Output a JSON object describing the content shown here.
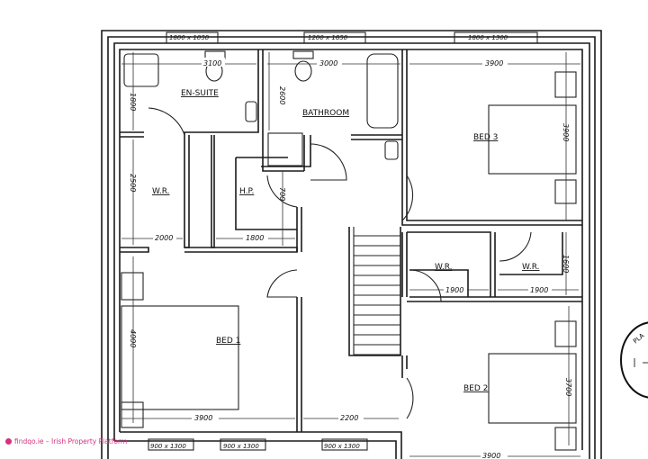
{
  "rooms": {
    "en_suite": "EN-SUITE",
    "bathroom": "BATHROOM",
    "bed3": "BED 3",
    "wr_left": "W.R.",
    "hp": "H.P.",
    "wr_mid": "W.R.",
    "wr_right": "W.R.",
    "bed1": "BED 1",
    "bed2": "BED 2"
  },
  "dimensions": {
    "en_suite_width": "3100",
    "en_suite_depth": "1800",
    "bathroom_width": "3000",
    "bathroom_depth": "2600",
    "bed3_width": "3900",
    "bed3_depth": "3900",
    "wr_left_depth": "2500",
    "wr_left_width": "2000",
    "hp_width": "1800",
    "hp_depth": "700",
    "wr_mid_width": "1900",
    "wr_right_width": "1900",
    "wr_right_depth": "1600",
    "bed1_depth": "4000",
    "bed1_width": "3900",
    "landing_width": "2200",
    "bed2_depth": "3700",
    "bed2_width": "3900"
  },
  "windows": {
    "top_en_suite": "1800 x 1050",
    "top_bathroom": "1200 x 1850",
    "top_bed3": "1800 x 1300",
    "bottom_1": "900 x 1300",
    "bottom_2": "900 x 1300",
    "bottom_3": "900 x 1300"
  },
  "stamp": "PLA",
  "watermark": "findqo.ie – Irish Property Platform",
  "colors": {
    "line": "#1a1a1a",
    "watermark": "#d6307f",
    "background": "#ffffff"
  }
}
